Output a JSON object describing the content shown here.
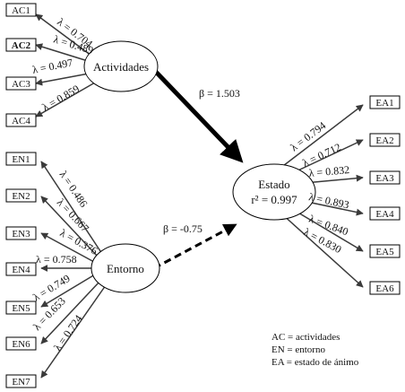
{
  "latent": {
    "actividades": "Actividades",
    "entorno": "Entorno",
    "estado": "Estado",
    "estado_r2": "r² = 0.997"
  },
  "indicators": {
    "actividades": [
      "AC1",
      "AC2",
      "AC3",
      "AC4"
    ],
    "entorno": [
      "EN1",
      "EN2",
      "EN3",
      "EN4",
      "EN5",
      "EN6",
      "EN7"
    ],
    "estado": [
      "EA1",
      "EA2",
      "EA3",
      "EA4",
      "EA5",
      "EA6"
    ]
  },
  "loadings": {
    "actividades": [
      "λ = 0.704",
      "λ = 0.489",
      "λ = 0.497",
      "λ = 0.859"
    ],
    "entorno": [
      "λ = 0.486",
      "λ = 0.667",
      "λ = 0.376",
      "λ = 0.758",
      "λ = 0.749",
      "λ = 0.653",
      "λ = 0.724"
    ],
    "estado": [
      "λ = 0.794",
      "λ = 0.712",
      "λ = 0.832",
      "λ = 0.893",
      "λ = 0.840",
      "λ = 0.830"
    ]
  },
  "paths": {
    "actividades_estado": "β = 1.503",
    "entorno_estado": "β = -0.75"
  },
  "legend": [
    "AC = actividades",
    "EN = entorno",
    "EA = estado de ánimo"
  ]
}
